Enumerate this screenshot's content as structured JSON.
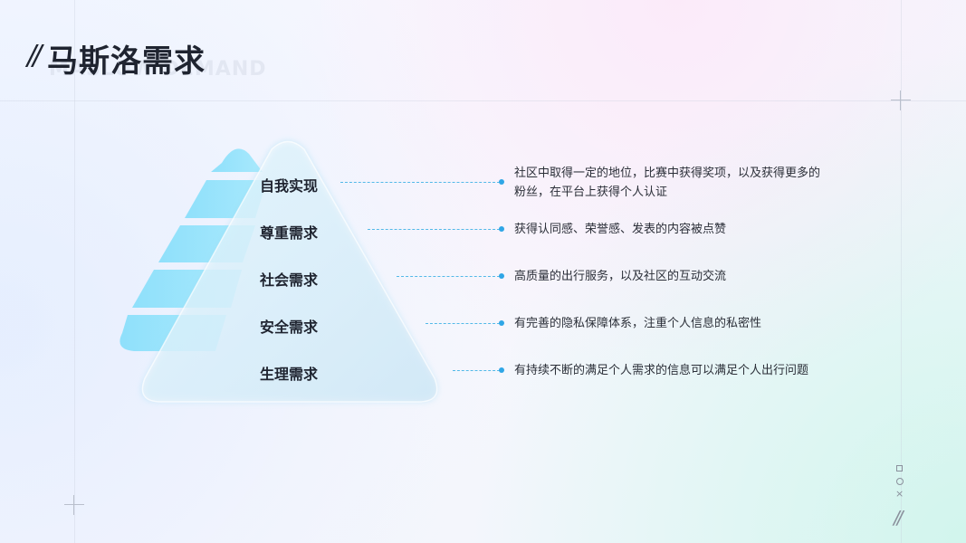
{
  "header": {
    "slash": "//",
    "title": "马斯洛需求",
    "subtitle": "MASLOW DEMAND"
  },
  "pyramid": {
    "levels": [
      {
        "label": "自我实现",
        "description": "社区中取得一定的地位，比赛中获得奖项，以及获得更多的粉丝，在平台上获得个人认证"
      },
      {
        "label": "尊重需求",
        "description": "获得认同感、荣誉感、发表的内容被点赞"
      },
      {
        "label": "社会需求",
        "description": "高质量的出行服务，以及社区的互动交流"
      },
      {
        "label": "安全需求",
        "description": "有完善的隐私保障体系，注重个人信息的私密性"
      },
      {
        "label": "生理需求",
        "description": "有持续不断的满足个人需求的信息可以满足个人出行问题"
      }
    ]
  },
  "decor": {
    "square_icon": "square-icon",
    "circle_icon": "circle-icon",
    "x_mark": "×",
    "slash": "//"
  },
  "colors": {
    "accent": "#2fa6e6",
    "stripe": "#9be4fb",
    "text": "#1f2430"
  }
}
